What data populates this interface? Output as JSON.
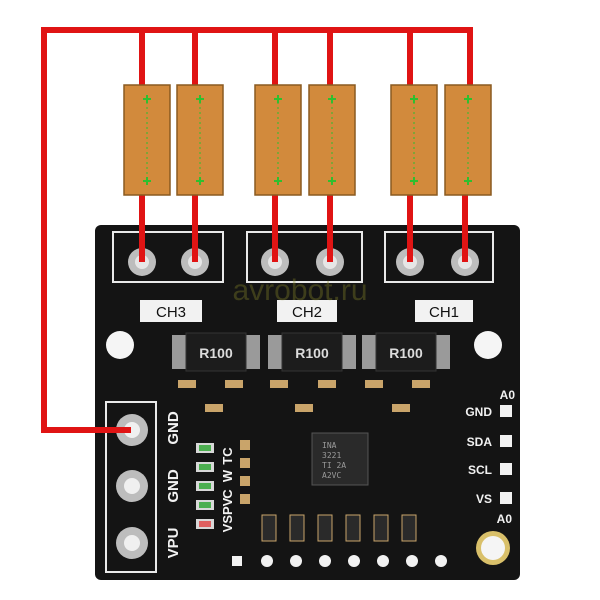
{
  "board": {
    "channels": [
      "CH3",
      "CH2",
      "CH1"
    ],
    "shunt_label": "R100",
    "chip_lines": [
      "INA",
      "3221",
      "TI 2A",
      "A2VC"
    ],
    "left_header_labels": [
      "GND",
      "GND",
      "VPU"
    ],
    "led_labels": [
      "TC",
      "W",
      "C",
      "VSPV"
    ],
    "right_labels": [
      "A0",
      "GND",
      "SDA",
      "SCL",
      "VS",
      "A0"
    ],
    "watermark": "avrobot.ru"
  },
  "colors": {
    "wire": "#e01414",
    "board": "#141414",
    "resistor": "#d28a3c",
    "resistor_mark": "#2fbf2f"
  }
}
